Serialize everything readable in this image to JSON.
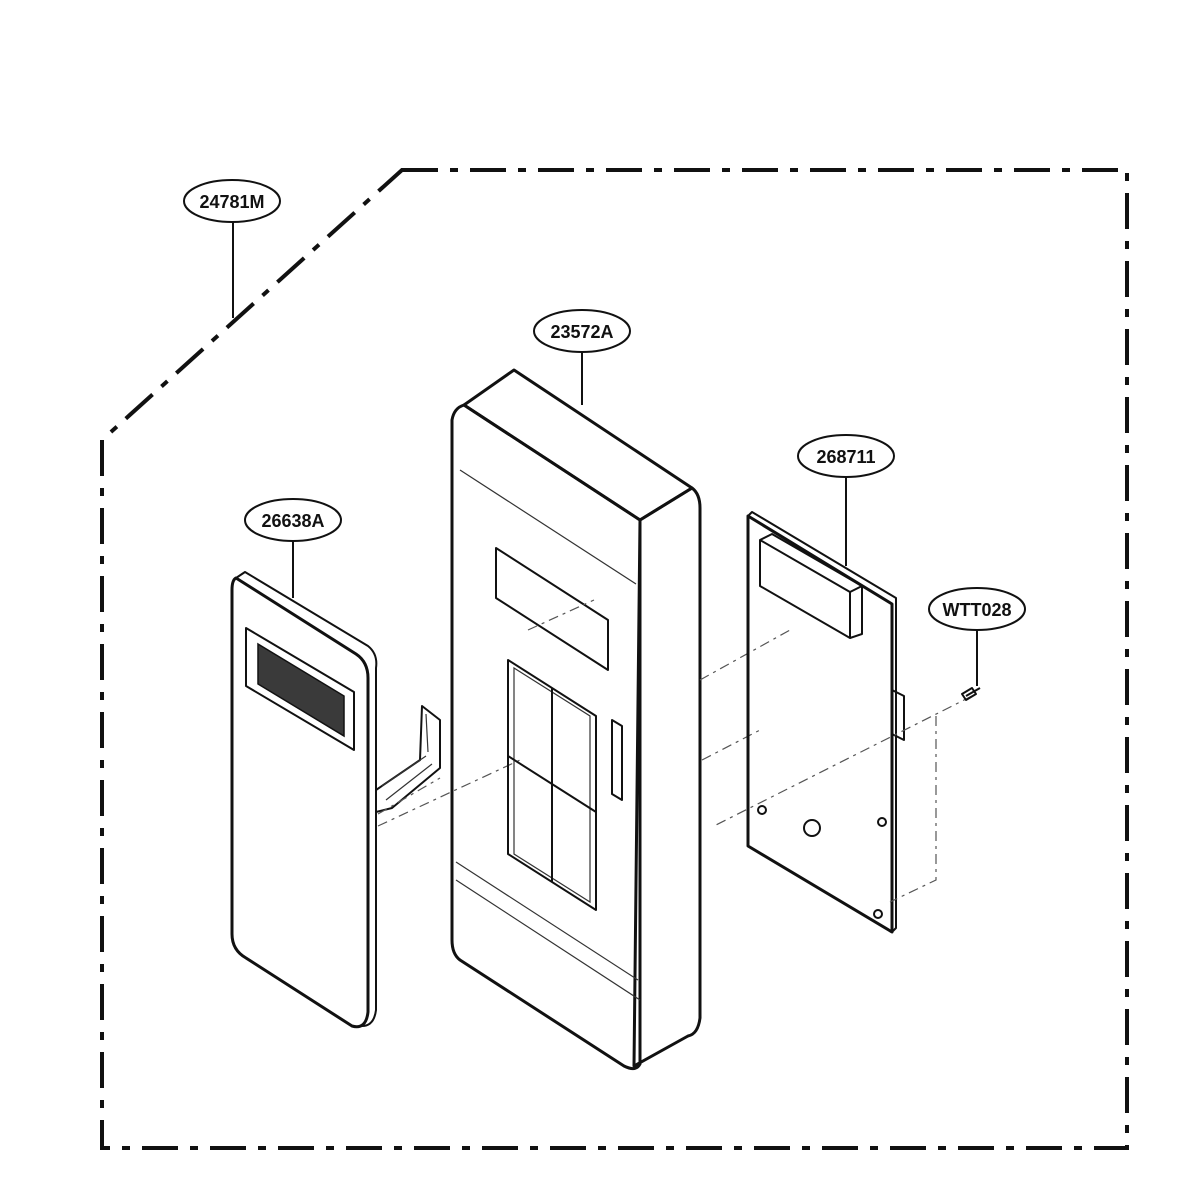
{
  "diagram": {
    "type": "exploded-parts-view",
    "callouts": {
      "assembly": "24781M",
      "control_frame": "23572A",
      "membrane_keypad": "26638A",
      "pcb_assembly": "268711",
      "screw": "WTT028"
    }
  },
  "colors": {
    "line": "#111111",
    "background": "#ffffff",
    "display_window": "#3a3a3a"
  }
}
